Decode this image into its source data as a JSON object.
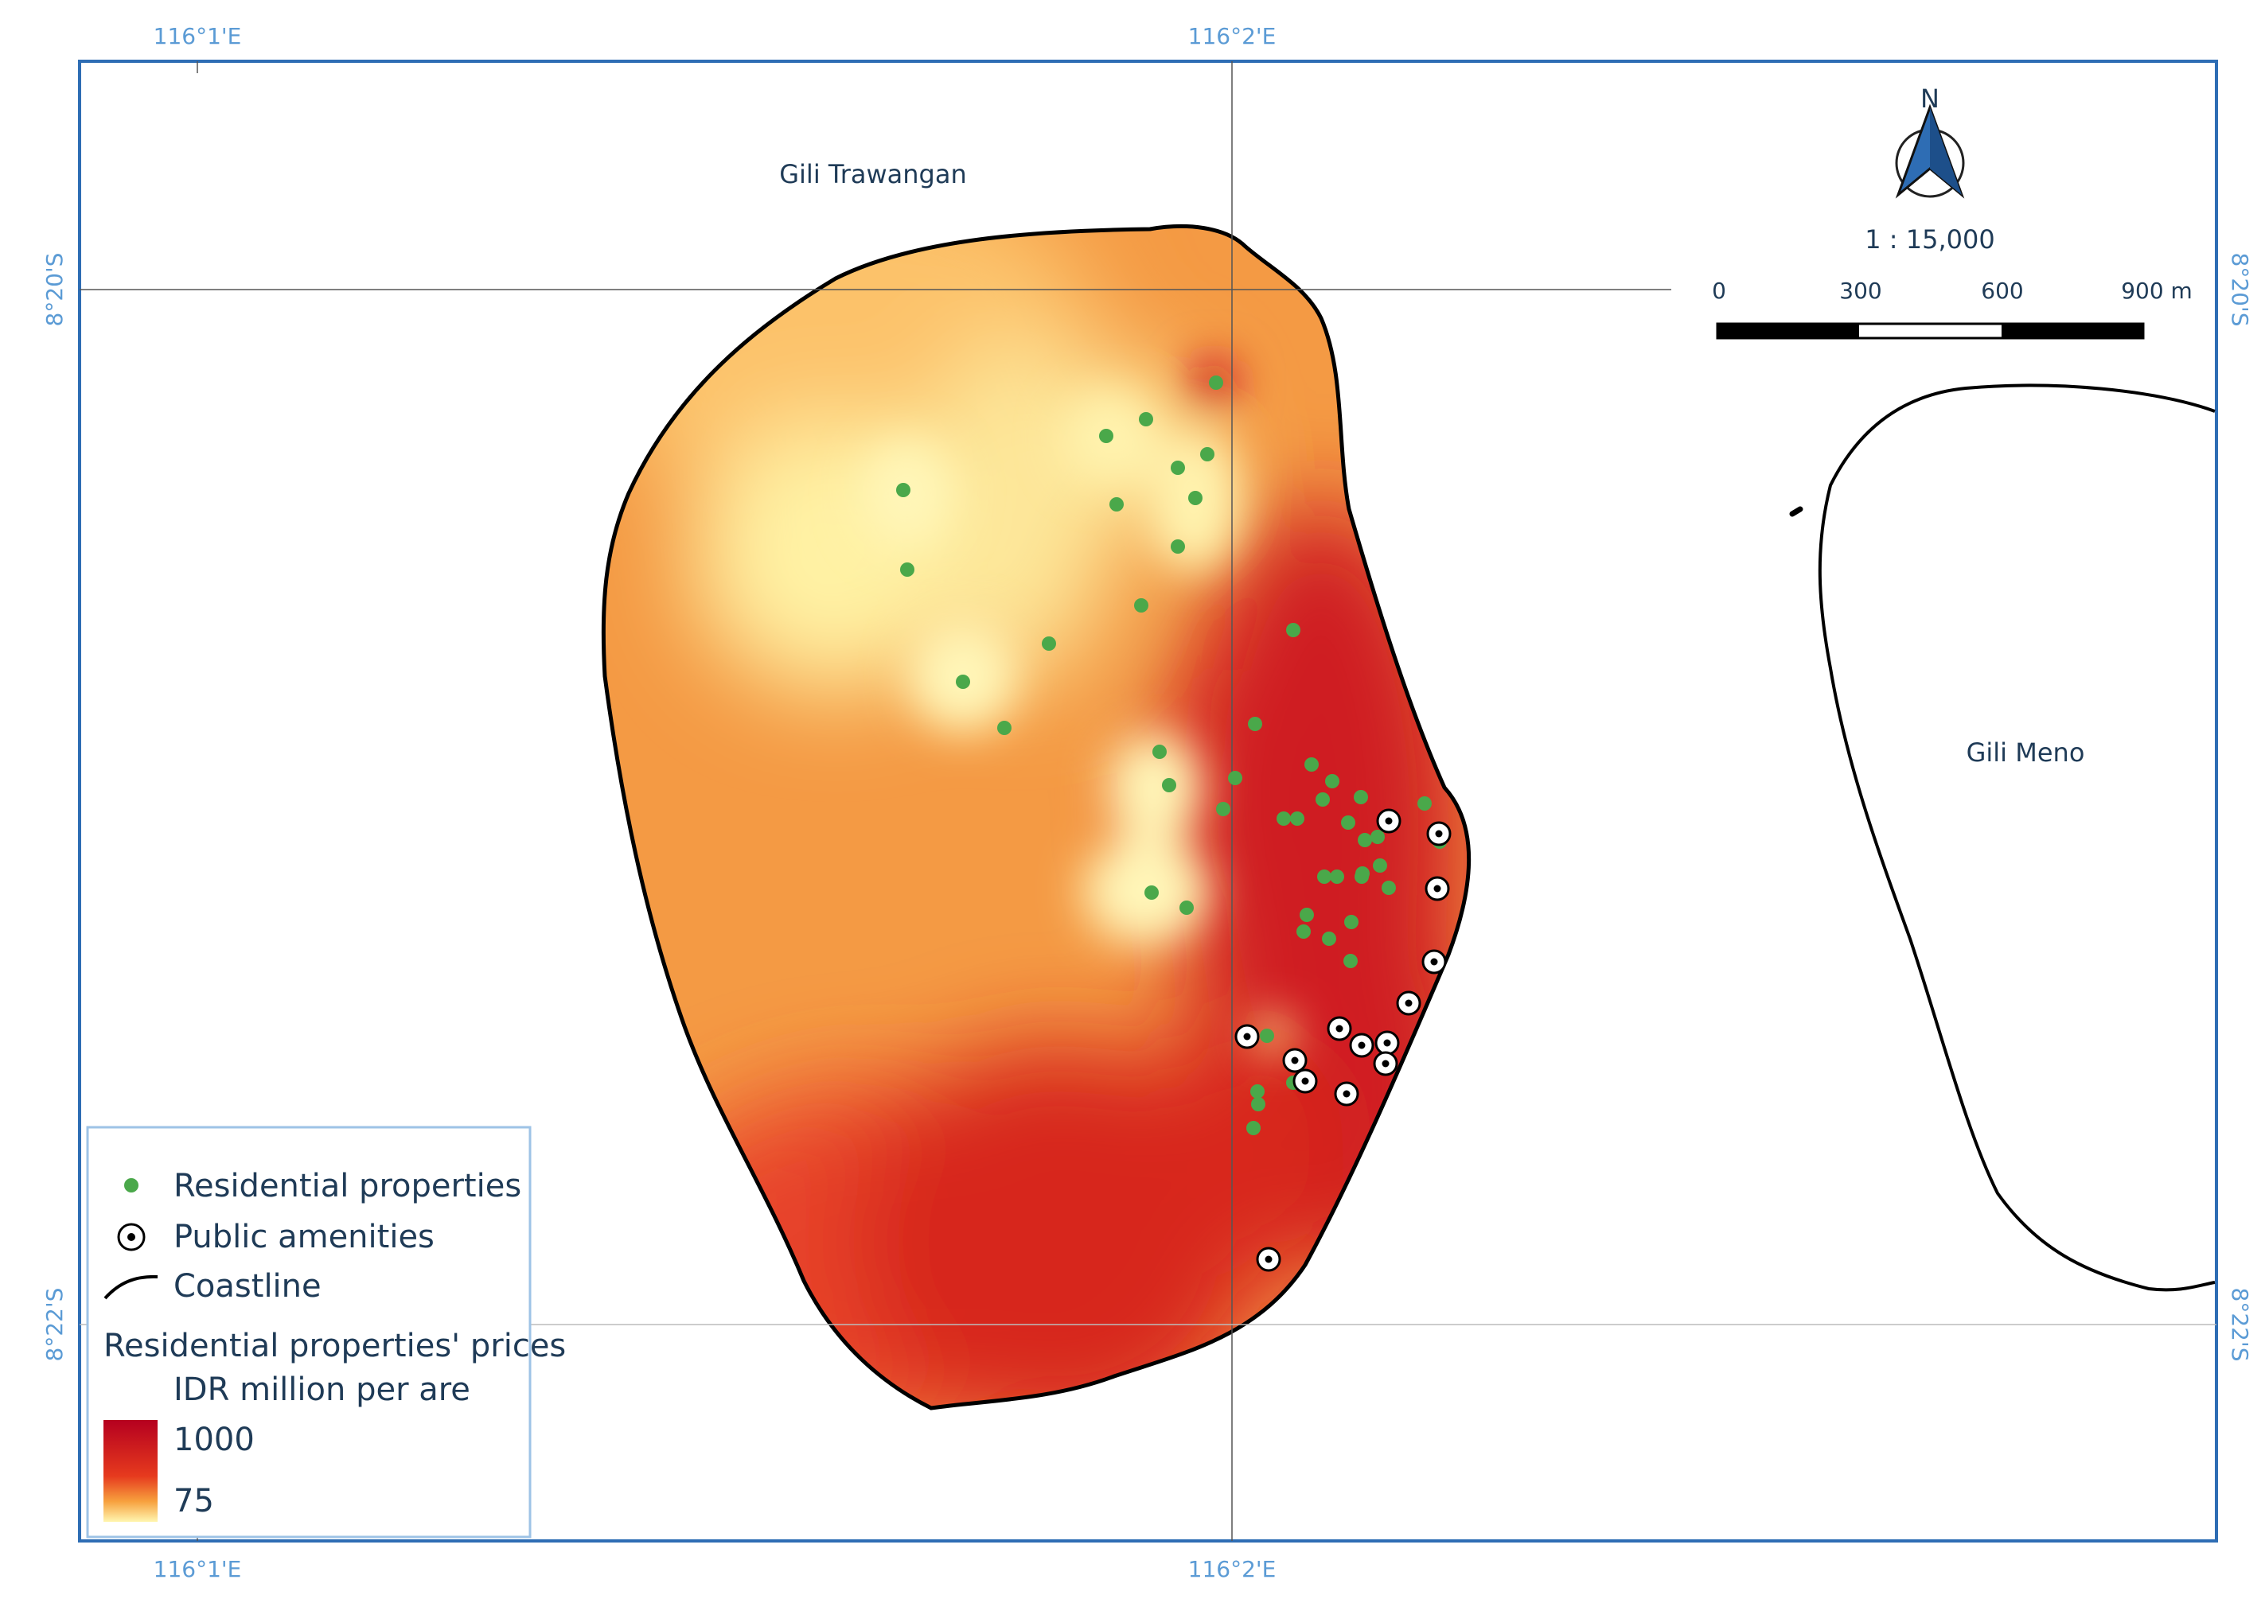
{
  "map": {
    "coordinates": {
      "top_left_lon": "116°1'E",
      "top_mid_lon": "116°2'E",
      "bottom_left_lon": "116°1'E",
      "bottom_mid_lon": "116°2'E",
      "left_top_lat": "8°20'S",
      "left_bottom_lat": "8°22'S",
      "right_top_lat": "8°20'S",
      "right_bottom_lat": "8°22'S"
    },
    "place_names": {
      "gili_trawangan": "Gili Trawangan",
      "gili_meno": "Gili Meno"
    },
    "north_arrow": {
      "label": "N",
      "fill_color": "#2e6db4"
    },
    "scale": {
      "ratio": "1 : 15,000",
      "ticks": [
        "0",
        "300",
        "600",
        "900 m"
      ]
    },
    "legend": {
      "residential": "Residential properties",
      "amenities": "Public amenities",
      "coastline": "Coastline",
      "prices_title": "Residential properties' prices",
      "prices_unit": "IDR million per are",
      "max_value": "1000",
      "min_value": "75"
    },
    "colors": {
      "residential_point": "#4aa84a",
      "price_high": "#c8102e",
      "price_mid": "#f39c3d",
      "price_low": "#fff6b0",
      "frame": "#2e6db4",
      "coastline": "#000000"
    },
    "icons": {
      "residential": "green-dot-icon",
      "amenity": "target-circle-icon",
      "north": "north-arrow-icon"
    }
  }
}
